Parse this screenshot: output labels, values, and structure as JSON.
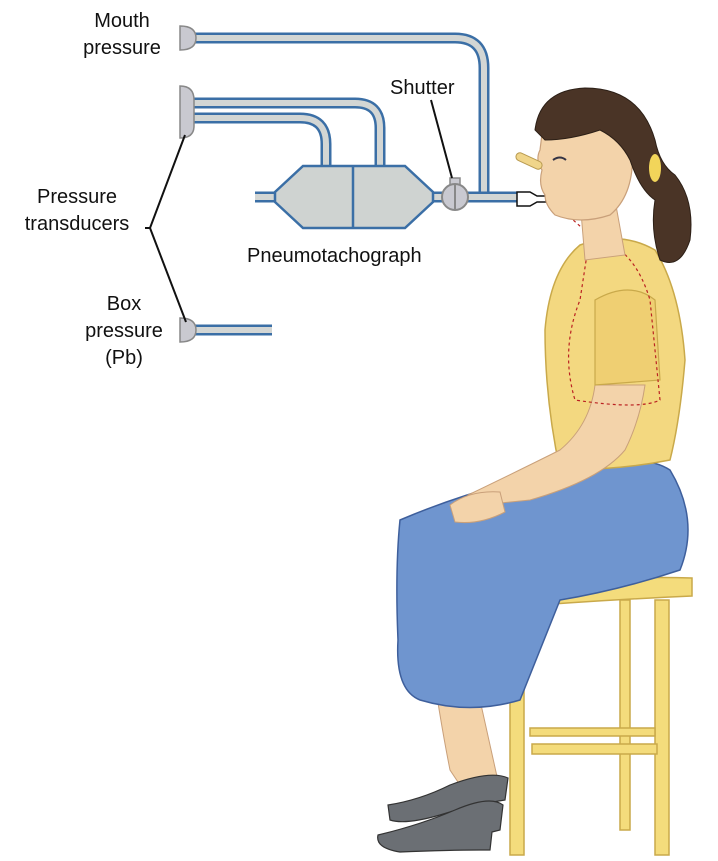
{
  "labels": {
    "mouth_pressure": [
      "Mouth",
      "pressure"
    ],
    "shutter": "Shutter",
    "pressure_transducers": [
      "Pressure",
      "transducers"
    ],
    "pneumotachograph": "Pneumotachograph",
    "box_pressure": [
      "Box",
      "pressure",
      "(Pb)"
    ]
  },
  "colors": {
    "tube": "#3b6fa6",
    "tube_fill": "#d3d6d4",
    "shirt": "#f3d880",
    "skirt": "#6f95cf",
    "stool": "#f4dc7c",
    "skin": "#f3d3aa",
    "hair": "#4a3426"
  }
}
